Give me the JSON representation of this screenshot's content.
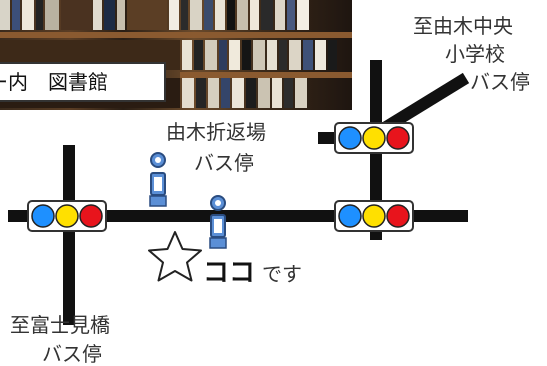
{
  "photo_caption": "ー内　図書館",
  "labels": {
    "top_right_line1": "至由木中央",
    "top_right_line2": "小学校",
    "top_right_line3": "バス停",
    "middle_line1": "由木折返場",
    "middle_line2": "バス停",
    "bottom_left_line1": "至富士見橋",
    "bottom_left_line2": "バス停",
    "here_bold": "ココ",
    "here_suffix": "です"
  },
  "colors": {
    "road": "#111111",
    "signal_blue": "#1e90ff",
    "signal_yellow": "#ffe000",
    "signal_red": "#e8141c",
    "busstop": "#5b8fd6"
  },
  "icons": [
    "traffic-light-icon",
    "bus-stop-icon",
    "star-icon"
  ]
}
